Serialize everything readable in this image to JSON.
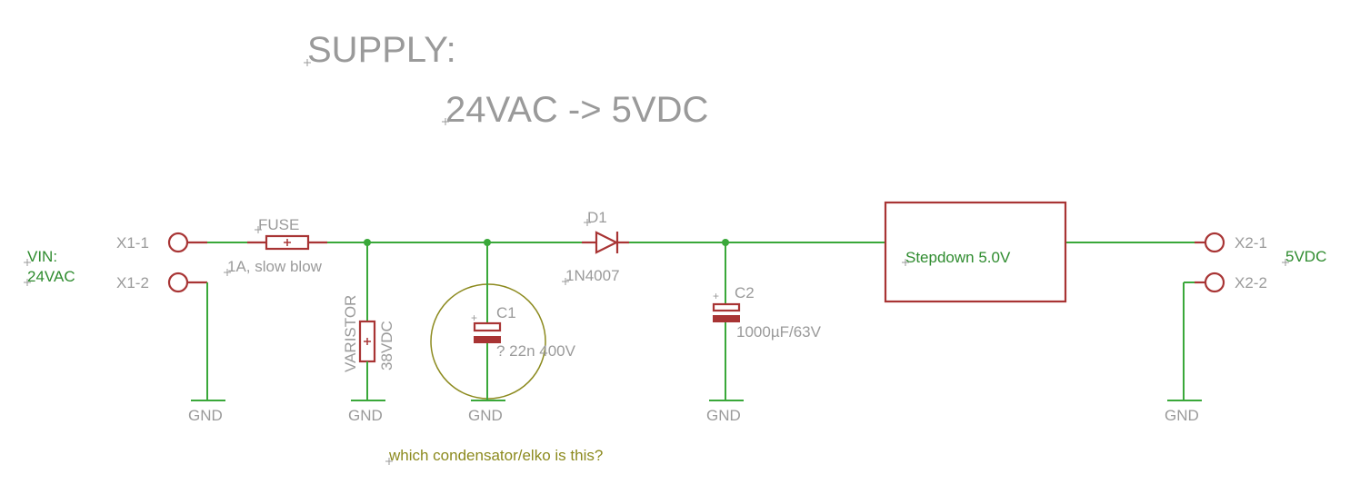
{
  "title": "SUPPLY:",
  "subtitle": "24VAC -> 5VDC",
  "input_label": {
    "line1": "VIN:",
    "line2": "24VAC"
  },
  "output_label": "5VDC",
  "connectors": {
    "x1_1": "X1-1",
    "x1_2": "X1-2",
    "x2_1": "X2-1",
    "x2_2": "X2-2"
  },
  "fuse": {
    "name": "FUSE",
    "value": "1A, slow blow"
  },
  "varistor": {
    "name": "VARISTOR",
    "value": "38VDC"
  },
  "c1": {
    "name": "C1",
    "value": "? 22n 400V"
  },
  "d1": {
    "name": "D1",
    "value": "1N4007"
  },
  "c2": {
    "name": "C2",
    "value": "1000µF/63V"
  },
  "regulator": {
    "label": "Stepdown 5.0V"
  },
  "ground_label": "GND",
  "annotation": "which condensator/elko is this?",
  "colors": {
    "wire": "#3aa83a",
    "part": "#a83434",
    "label": "#9a9a9a",
    "note": "#8c8a1e"
  }
}
